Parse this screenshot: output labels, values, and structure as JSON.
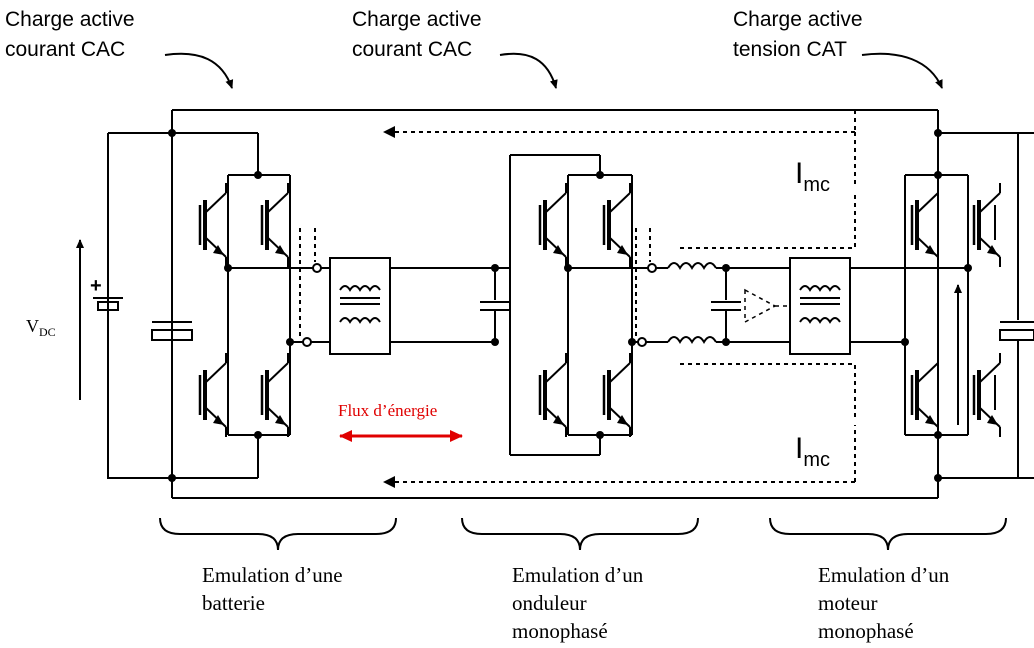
{
  "top_labels": [
    {
      "line1": "Charge active",
      "line2": "courant CAC"
    },
    {
      "line1": "Charge active",
      "line2": "courant CAC"
    },
    {
      "line1": "Charge active",
      "line2": "tension CAT"
    }
  ],
  "bottom_labels": [
    {
      "lines": [
        "Emulation d’une",
        "batterie"
      ]
    },
    {
      "lines": [
        "Emulation d’un",
        "onduleur",
        "monophasé"
      ]
    },
    {
      "lines": [
        "Emulation d’un",
        "moteur",
        "monophasé"
      ]
    }
  ],
  "flux_label": "Flux d’énergie",
  "imc": {
    "main": "I",
    "sub": "mc"
  },
  "vdc": {
    "main": "V",
    "sub": "DC",
    "plus": "+"
  },
  "colors": {
    "line": "#000000",
    "flux": "#e00000"
  }
}
